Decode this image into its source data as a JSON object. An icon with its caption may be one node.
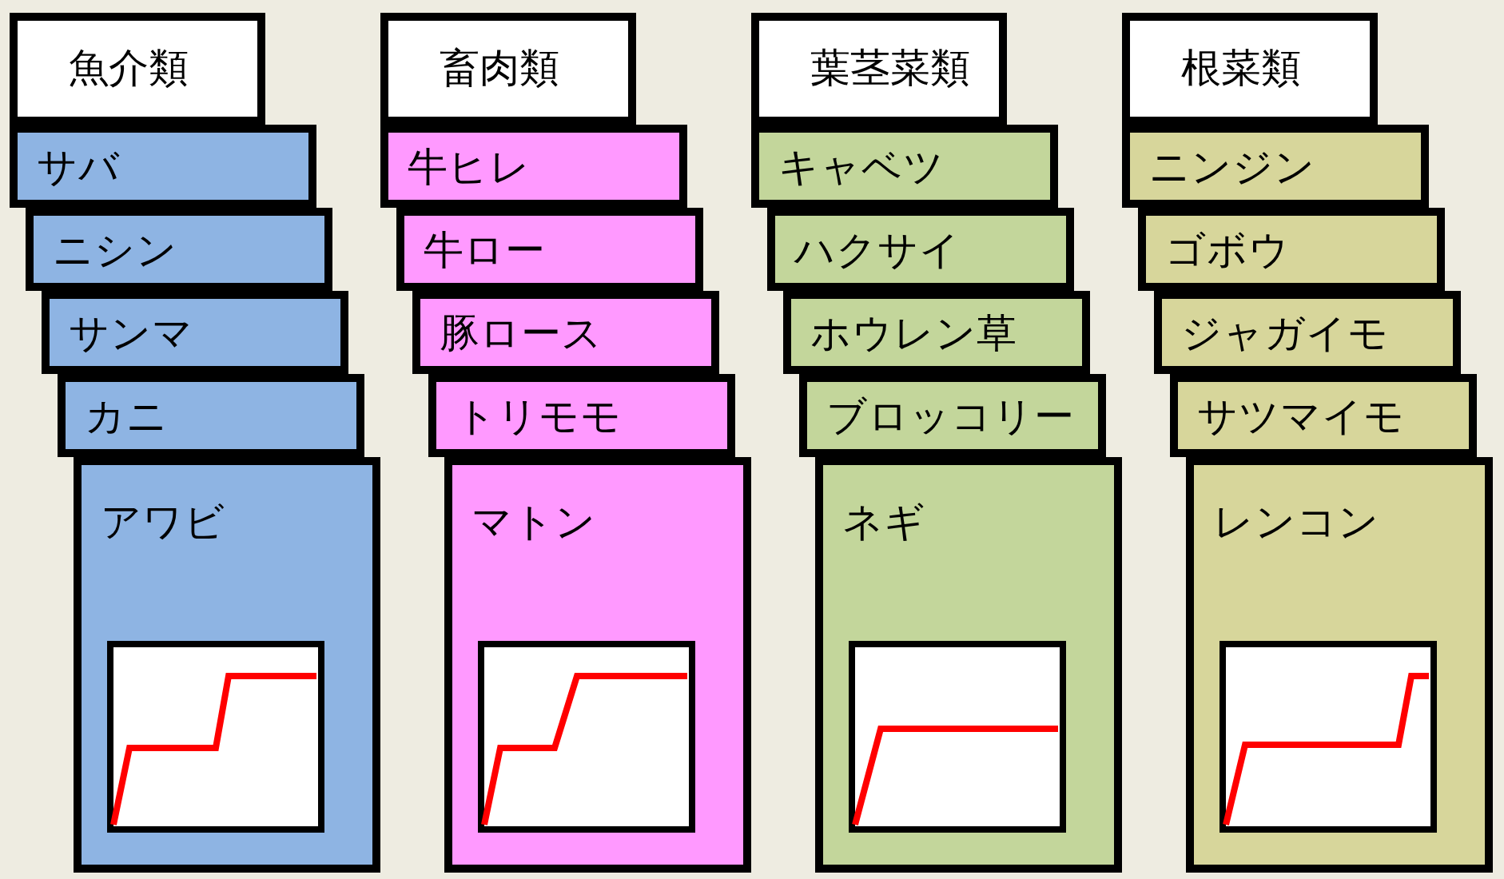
{
  "diagram": {
    "nodes": [
      {
        "text": [
          "魚介類"
        ]
      },
      {
        "text": [
          "サバ"
        ]
      },
      {
        "text": [
          "ニシン"
        ]
      },
      {
        "text": [
          "サンマ"
        ]
      },
      {
        "text": [
          "カニ"
        ]
      },
      {
        "text": [
          "アワビ"
        ]
      },
      {
        "text": [
          "畜肉類"
        ]
      },
      {
        "text": [
          "牛ヒレ"
        ]
      },
      {
        "text": [
          "牛ロー"
        ]
      },
      {
        "text": [
          "豚ロース"
        ]
      },
      {
        "text": [
          "トリモモ"
        ]
      },
      {
        "text": [
          "マトン"
        ]
      },
      {
        "text": [
          "葉茎菜類"
        ]
      },
      {
        "text": [
          "キャベツ"
        ]
      },
      {
        "text": [
          "ハクサイ"
        ]
      },
      {
        "text": [
          "ホウレン草"
        ]
      },
      {
        "text": [
          "ブロッコリー"
        ]
      },
      {
        "text": [
          "ネギ"
        ]
      },
      {
        "text": [
          "根菜類"
        ]
      },
      {
        "text": [
          "ニンジン"
        ]
      },
      {
        "text": [
          "ゴボウ"
        ]
      },
      {
        "text": [
          "ジャガイモ"
        ]
      },
      {
        "text": [
          "サツマイモ"
        ]
      },
      {
        "text": [
          "レンコン"
        ]
      }
    ]
  }
}
